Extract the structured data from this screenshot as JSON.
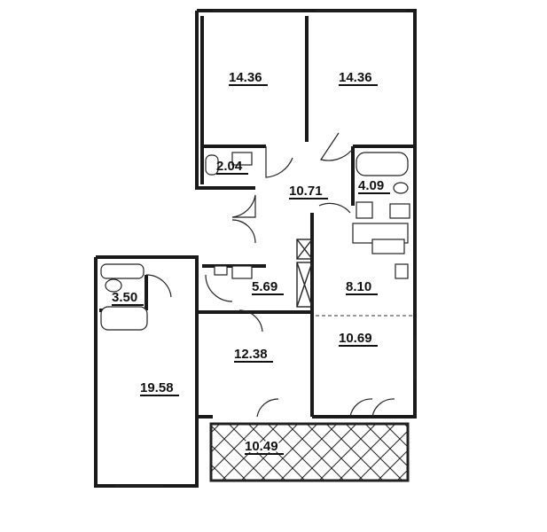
{
  "rooms": {
    "bedroom_left_area": "14.36",
    "bedroom_right_area": "14.36",
    "wc_area": "2.04",
    "hall_area": "10.71",
    "bathroom_right_area": "4.09",
    "bathroom_left_area": "3.50",
    "corridor_area": "5.69",
    "kitchen_area": "8.10",
    "living_room_area": "19.58",
    "bedroom_middle_area": "12.38",
    "dining_area": "10.69",
    "loggia_area": "10.49"
  },
  "colors": {
    "ink": "#1a1a1a",
    "background": "#ffffff"
  }
}
